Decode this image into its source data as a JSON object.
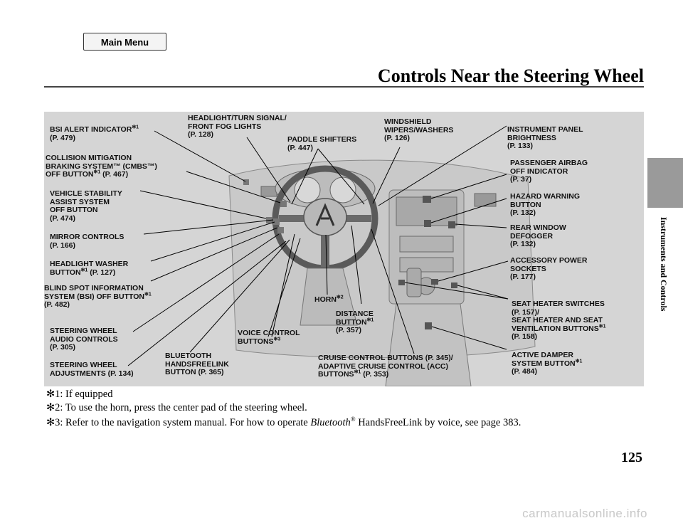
{
  "header": {
    "main_menu_label": "Main Menu",
    "title": "Controls Near the Steering Wheel"
  },
  "side_tab": {
    "text": "Instruments and Controls"
  },
  "figure": {
    "labels": {
      "bsi": {
        "line1": "BSI ALERT INDICATOR",
        "mark": "✻1",
        "line2": "(P. 479)"
      },
      "cmbs": {
        "line1": "COLLISION MITIGATION",
        "line2": "BRAKING SYSTEM™ (CMBS™)",
        "line3a": "OFF BUTTON",
        "mark": "✻1",
        "line3b": " (P. 467)"
      },
      "vsa": {
        "text": "VEHICLE STABILITY\nASSIST SYSTEM\nOFF BUTTON\n(P. 474)"
      },
      "mirror": {
        "text": "MIRROR CONTROLS\n(P. 166)"
      },
      "headlight_washer": {
        "line1": "HEADLIGHT WASHER",
        "line2a": "BUTTON",
        "mark": "✻1",
        "line2b": " (P. 127)"
      },
      "bsi_off": {
        "line1": "BLIND SPOT INFORMATION",
        "line2a": "SYSTEM (BSI) OFF BUTTON",
        "mark": "✻1",
        "line3": "(P. 482)"
      },
      "audio": {
        "text": "STEERING WHEEL\nAUDIO CONTROLS\n(P. 305)"
      },
      "adjust": {
        "text": "STEERING WHEEL\nADJUSTMENTS (P. 134)"
      },
      "headlight_turn": {
        "text": "HEADLIGHT/TURN SIGNAL/\nFRONT FOG LIGHTS\n(P. 128)"
      },
      "paddle": {
        "text": "PADDLE SHIFTERS\n(P. 447)"
      },
      "wipers": {
        "text": "WINDSHIELD\nWIPERS/WASHERS\n(P. 126)"
      },
      "brightness": {
        "text": "INSTRUMENT PANEL\nBRIGHTNESS\n(P. 133)"
      },
      "airbag": {
        "text": "PASSENGER AIRBAG\nOFF INDICATOR\n(P. 37)"
      },
      "hazard": {
        "text": "HAZARD WARNING\nBUTTON\n(P. 132)"
      },
      "defogger": {
        "text": "REAR WINDOW\nDEFOGGER\n(P. 132)"
      },
      "accessory": {
        "text": "ACCESSORY POWER\nSOCKETS\n(P. 177)"
      },
      "seat_heater": {
        "line1": "SEAT HEATER SWITCHES",
        "line2": "(P. 157)/",
        "line3": "SEAT HEATER AND SEAT",
        "line4a": "VENTILATION BUTTONS",
        "mark": "✻1",
        "line5": "(P. 158)"
      },
      "damper": {
        "line1": "ACTIVE DAMPER",
        "line2a": "SYSTEM BUTTON",
        "mark": "✻1",
        "line3": "(P. 484)"
      },
      "horn": {
        "line1a": "HORN",
        "mark": "✻2"
      },
      "distance": {
        "line1": "DISTANCE",
        "line2a": "BUTTON",
        "mark": "✻1",
        "line3": "(P. 357)"
      },
      "voice": {
        "line1": "VOICE CONTROL",
        "line2a": "BUTTONS",
        "mark": "✻3"
      },
      "bluetooth": {
        "text": "BLUETOOTH\nHANDSFREELINK\nBUTTON (P. 365)"
      },
      "cruise": {
        "line1": "CRUISE CONTROL BUTTONS (P. 345)/",
        "line2": "ADAPTIVE CRUISE CONTROL (ACC)",
        "line3a": "BUTTONS",
        "mark": "✻1",
        "line3b": " (P. 353)"
      }
    }
  },
  "footnotes": {
    "n1": "✻1: If equipped",
    "n2": "✻2: To use the horn, press the center pad of the steering wheel.",
    "n3a": "✻3: Refer to the navigation system manual. For how to operate ",
    "n3b": "Bluetooth",
    "n3c": "®",
    "n3d": " HandsFreeLink by voice, see page 383."
  },
  "page_number": "125",
  "watermark": "carmanualsonline.info"
}
